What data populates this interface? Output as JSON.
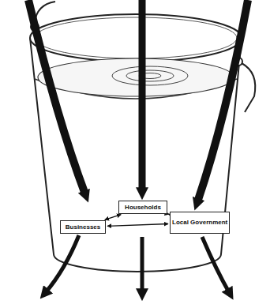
{
  "diagram": {
    "nodes": [
      {
        "text": [
          "Households"
        ]
      },
      {
        "text": [
          "Businesses"
        ]
      },
      {
        "text": [
          "Local Government"
        ]
      }
    ],
    "edges": [
      {
        "from": 0,
        "to": 1,
        "arrow": "both"
      },
      {
        "from": 0,
        "to": 2,
        "arrow": "both"
      },
      {
        "from": 1,
        "to": 2,
        "arrow": "both"
      }
    ]
  }
}
